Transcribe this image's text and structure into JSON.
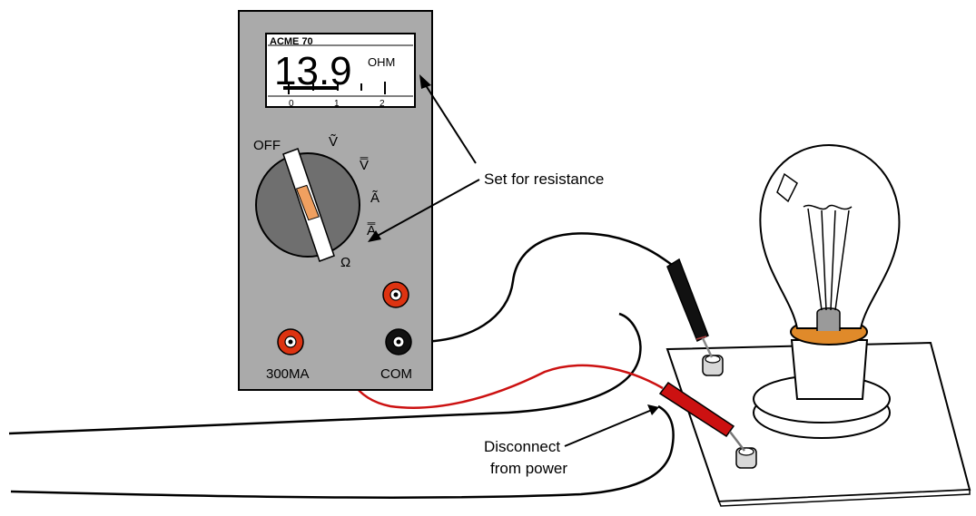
{
  "meter": {
    "brand": "ACME 70",
    "reading": "13.9",
    "unit": "OHM",
    "scale_labels": [
      "0",
      "1",
      "2"
    ],
    "dial": {
      "off": "OFF",
      "ac_volts": "Ṽ",
      "dc_volts": "V̿",
      "ac_amps": "Ã",
      "dc_amps": "A̿",
      "ohms": "Ω"
    },
    "jack_300ma_label": "300MA",
    "jack_com_label": "COM"
  },
  "annotations": {
    "set_for_resistance": "Set for resistance",
    "disconnect_line1": "Disconnect",
    "disconnect_line2": "from power"
  },
  "colors": {
    "meter_body": "#aaaaaa",
    "dial": "#6f6f6f",
    "jack_red": "#dd3311",
    "lead_red": "#cc1111",
    "probe_black": "#111111",
    "bulb_base": "#e08a2a"
  }
}
